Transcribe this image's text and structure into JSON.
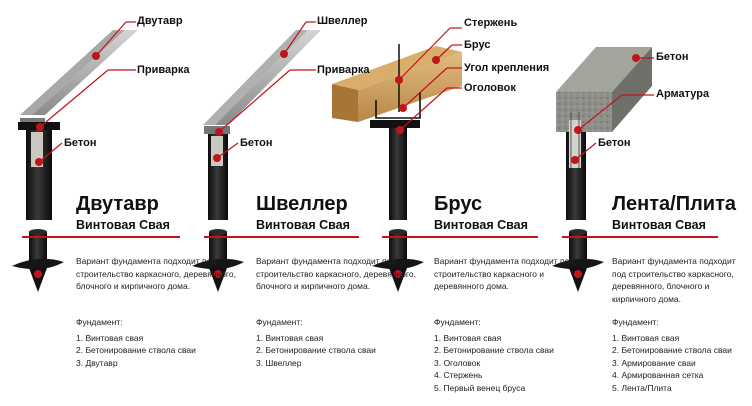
{
  "colors": {
    "accent": "#c0141b",
    "steel": "#9a9a9a",
    "pile": "#1a1a1a",
    "wood": "#c89a58",
    "concrete": "#8c8c86"
  },
  "columns": [
    {
      "id": "dvutavr",
      "title": "Двутавр",
      "subtitle": "Винтовая Свая",
      "description": "Вариант фундамента подходит под строительство каркасного, деревянного, блочного и кирпичного дома.",
      "foundation_label": "Фундамент:",
      "items": [
        "1. Винтовая свая",
        "2. Бетонирование ствола сваи",
        "3. Двутавр"
      ],
      "callouts": [
        "Двутавр",
        "Приварка",
        "Бетон"
      ]
    },
    {
      "id": "shveller",
      "title": "Швеллер",
      "subtitle": "Винтовая Свая",
      "description": "Вариант фундамента подходит под строительство каркасного, деревянного, блочного и кирпичного дома.",
      "foundation_label": "Фундамент:",
      "items": [
        "1. Винтовая свая",
        "2. Бетонирование ствола сваи",
        "3. Швеллер"
      ],
      "callouts": [
        "Швеллер",
        "Приварка",
        "Бетон"
      ]
    },
    {
      "id": "brus",
      "title": "Брус",
      "subtitle": "Винтовая Свая",
      "description": "Вариант фундамента подходит под строительство каркасного и деревянного дома.",
      "foundation_label": "Фундамент:",
      "items": [
        "1. Винтовая свая",
        "2. Бетонирование ствола сваи",
        "3. Оголовок",
        "4. Стержень",
        "5. Первый венец бруса"
      ],
      "callouts": [
        "Стержень",
        "Брус",
        "Угол крепления",
        "Оголовок"
      ]
    },
    {
      "id": "lenta",
      "title": "Лента/Плита",
      "subtitle": "Винтовая Свая",
      "description": "Вариант фундамента подходит под строительство каркасного, деревянного, блочного и кирпичного дома.",
      "foundation_label": "Фундамент:",
      "items": [
        "1. Винтовая свая",
        "2. Бетонирование ствола сваи",
        "3. Армирование сваи",
        "4. Армированная сетка",
        "5. Лента/Плита"
      ],
      "callouts": [
        "Бетон",
        "Арматура",
        "Бетон"
      ]
    }
  ]
}
